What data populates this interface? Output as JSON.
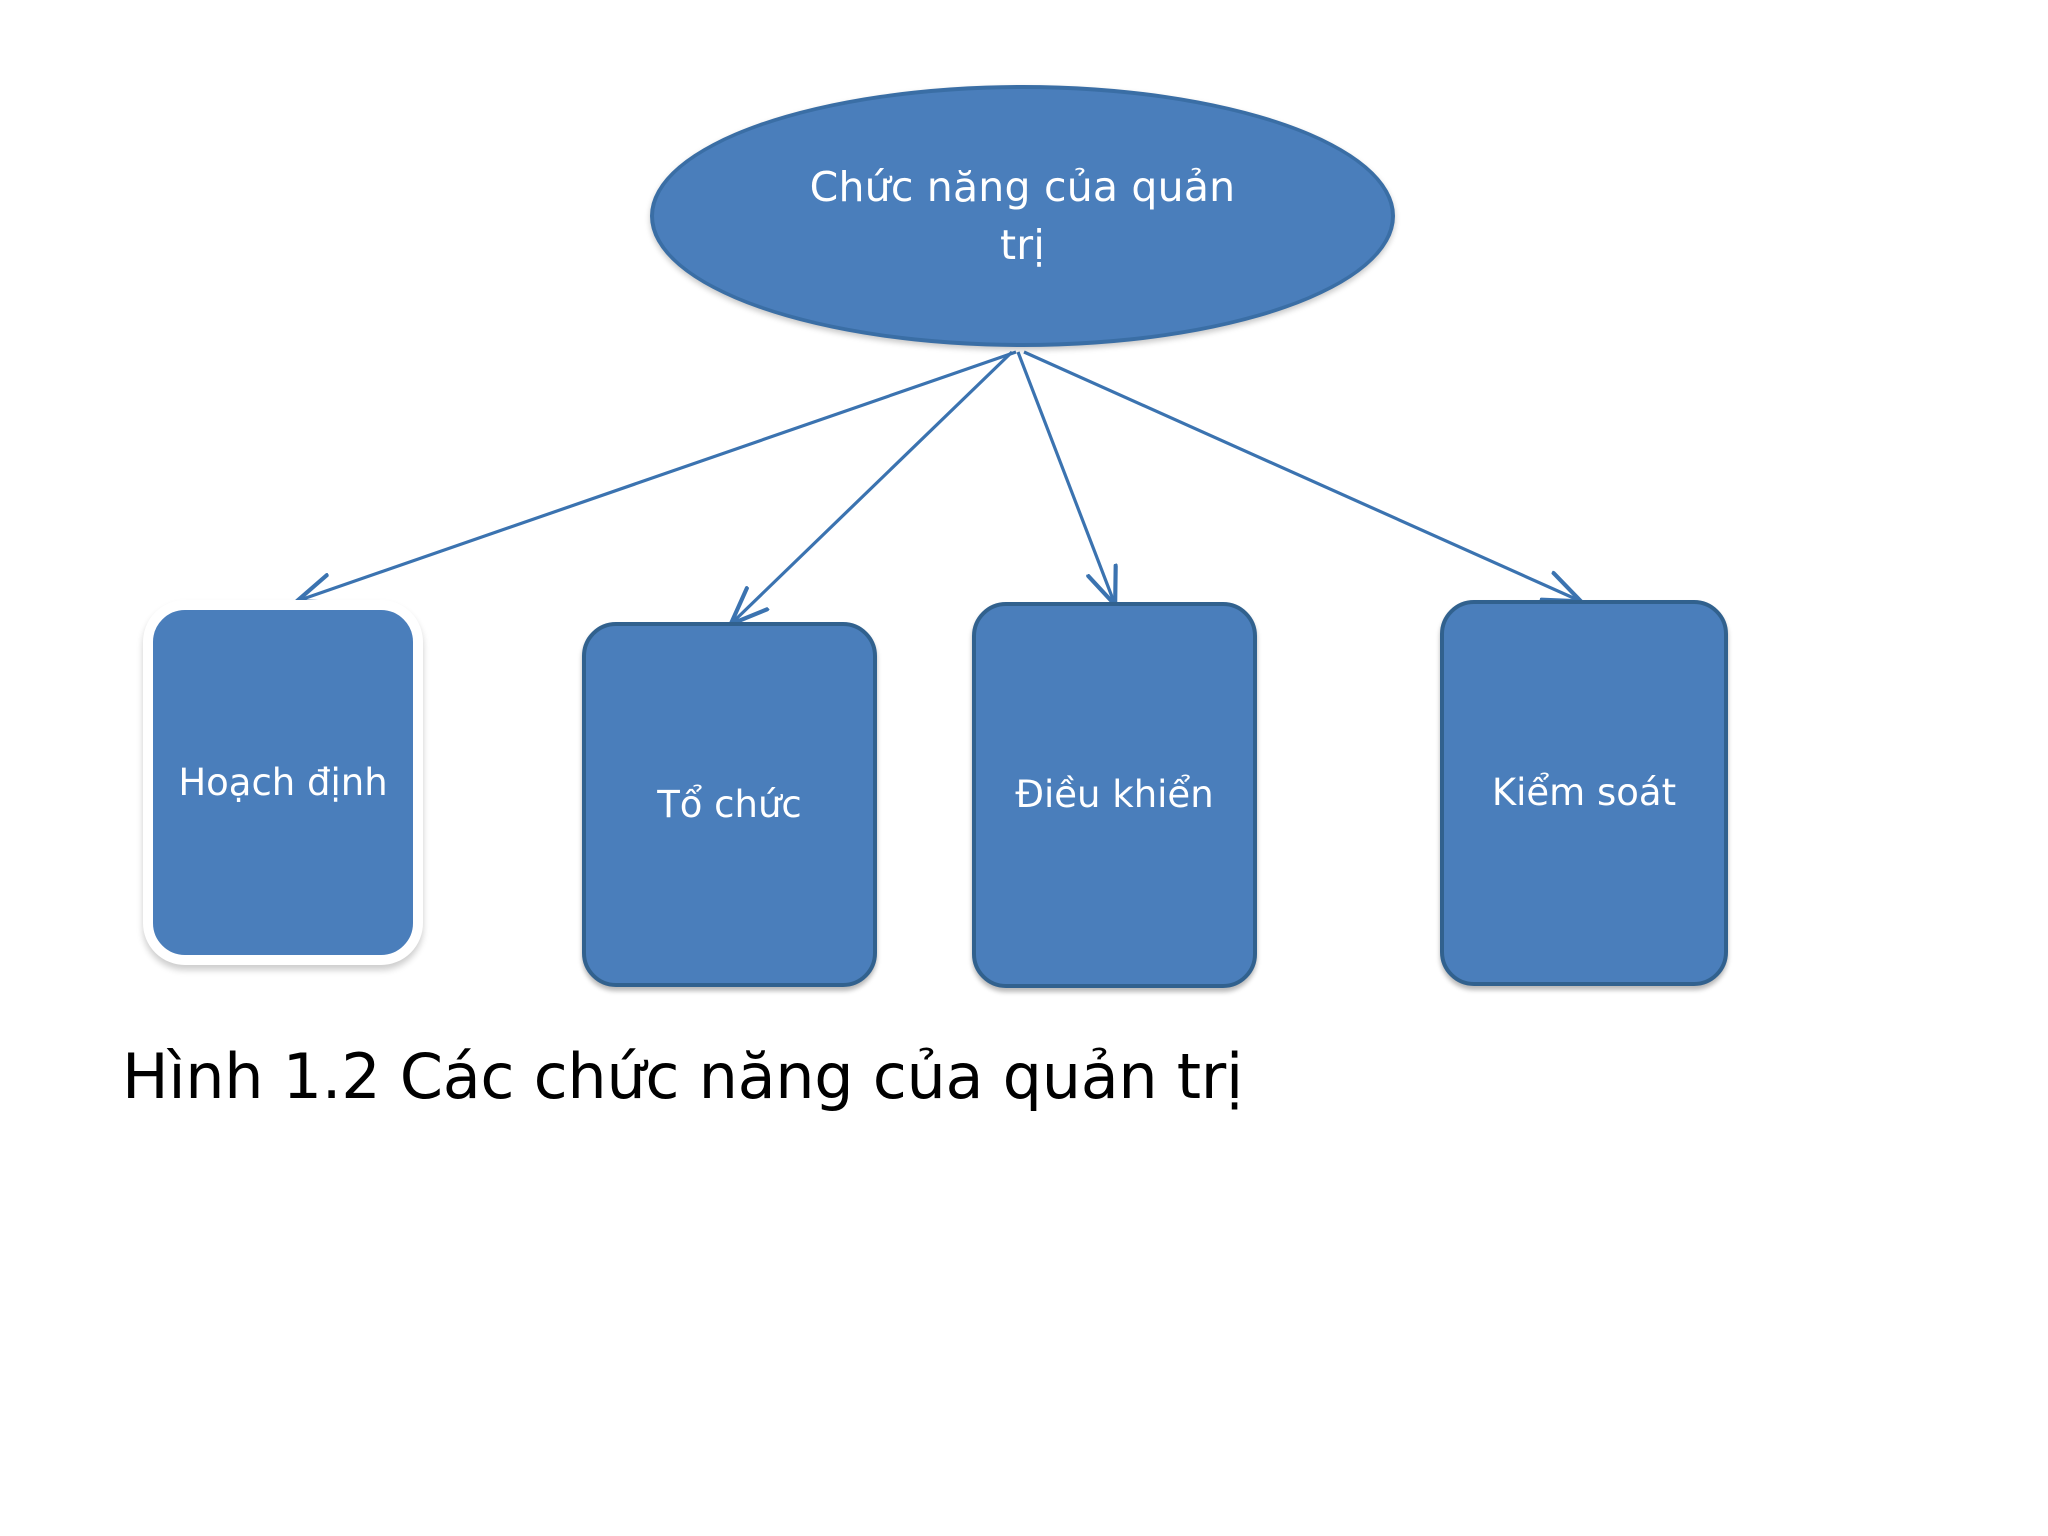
{
  "diagram": {
    "root": {
      "id": "root",
      "label": "Chức năng của quản trị",
      "shape": "ellipse",
      "fill": "#4a7ebb",
      "stroke": "#3a6ea5",
      "text_color": "#ffffff"
    },
    "children": [
      {
        "id": "hoach-dinh",
        "label": "Hoạch định",
        "shape": "rounded-rectangle",
        "style": "outlined",
        "fill": "#4a7ebb",
        "stroke": "#ffffff",
        "text_color": "#ffffff"
      },
      {
        "id": "to-chuc",
        "label": "Tổ chức",
        "shape": "rounded-rectangle",
        "style": "plain",
        "fill": "#4a7ebb",
        "stroke": "#31618e",
        "text_color": "#ffffff"
      },
      {
        "id": "dieu-khien",
        "label": "Điều khiển",
        "shape": "rounded-rectangle",
        "style": "plain",
        "fill": "#4a7ebb",
        "stroke": "#31618e",
        "text_color": "#ffffff"
      },
      {
        "id": "kiem-soat",
        "label": "Kiểm soát",
        "shape": "rounded-rectangle",
        "style": "plain",
        "fill": "#4a7ebb",
        "stroke": "#31618e",
        "text_color": "#ffffff"
      }
    ],
    "connector_color": "#3b73b0",
    "connector_style": "single-arrow"
  },
  "caption": {
    "text": "Hình 1.2 Các chức năng của quản trị",
    "color": "#000000"
  }
}
